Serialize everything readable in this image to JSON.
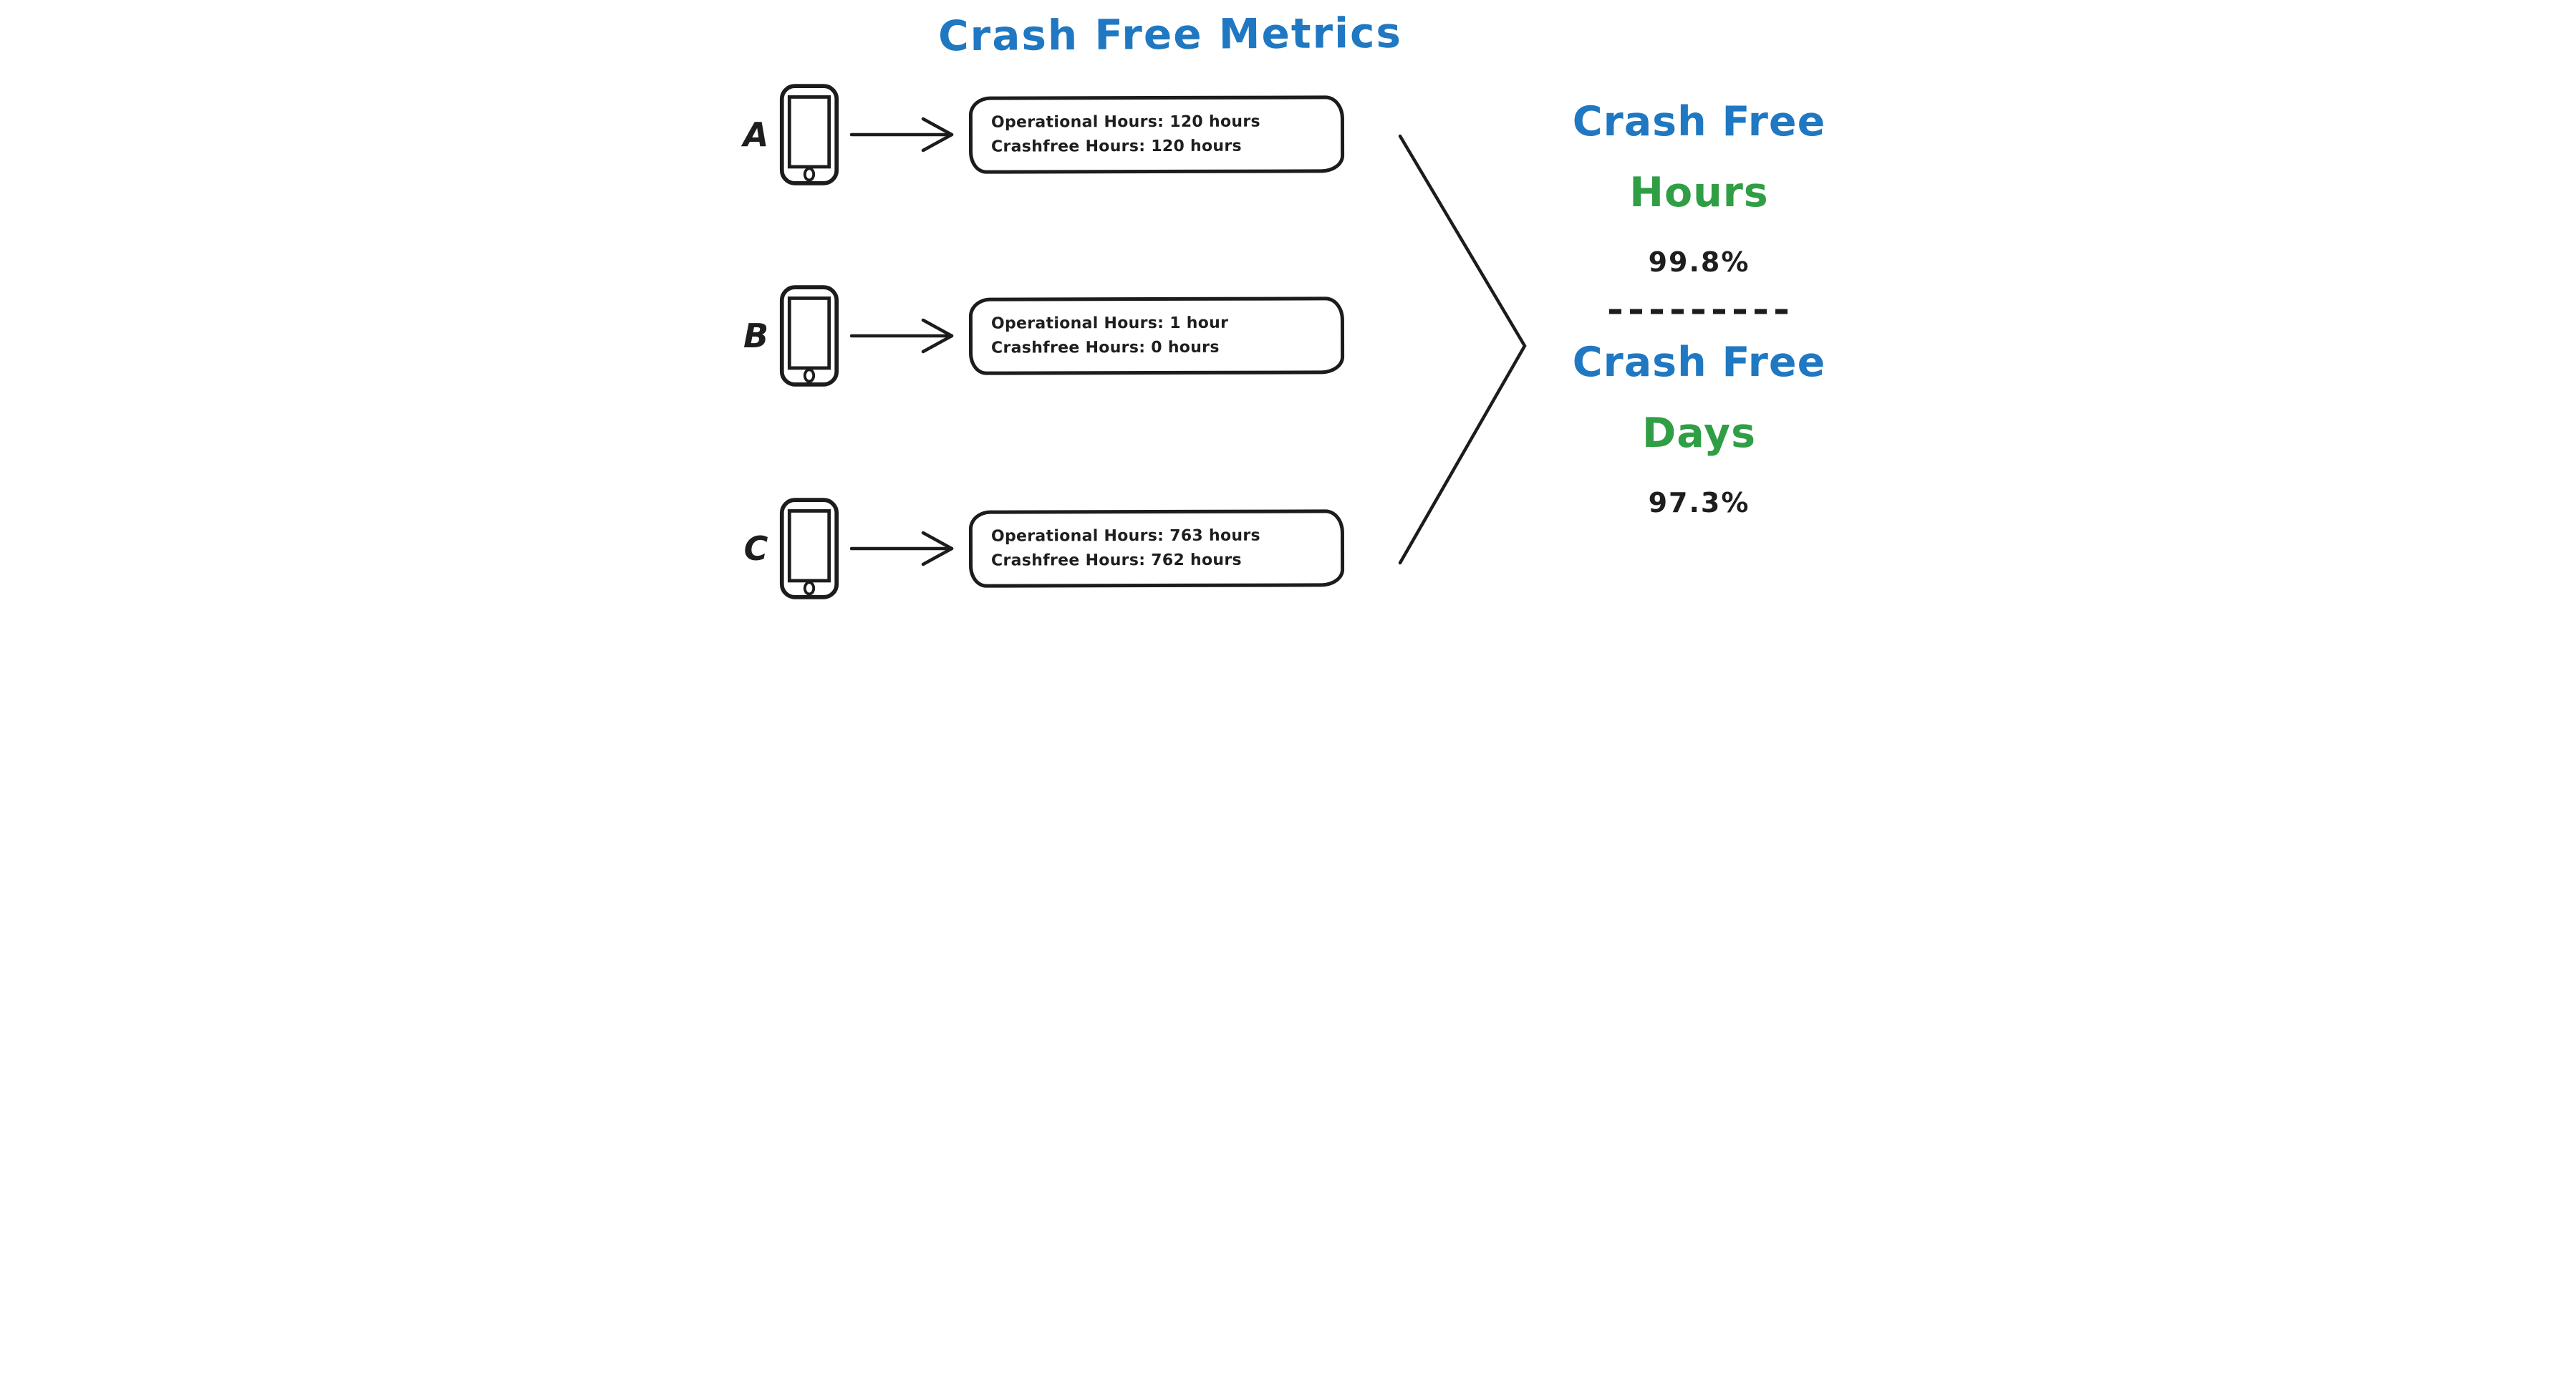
{
  "title": {
    "text": "Crash Free Metrics"
  },
  "colors": {
    "accent_blue": "#1f78c1",
    "accent_green": "#2f9e44",
    "ink": "#1e1e1e",
    "background": "#ffffff"
  },
  "icons": {
    "phone": "smartphone-outline-icon",
    "arrow": "right-arrow-icon",
    "chevron": "converge-chevron-icon",
    "divider": "dashed-line"
  },
  "devices": [
    {
      "label": "A",
      "line1": "Operational Hours: 120 hours",
      "line2": "Crashfree Hours: 120 hours"
    },
    {
      "label": "B",
      "line1": "Operational Hours: 1 hour",
      "line2": "Crashfree Hours: 0 hours"
    },
    {
      "label": "C",
      "line1": "Operational Hours: 763 hours",
      "line2": "Crashfree Hours: 762 hours"
    }
  ],
  "results": {
    "hours": {
      "label_top": "Crash Free",
      "label_bottom": "Hours",
      "value": "99.8%"
    },
    "days": {
      "label_top": "Crash Free",
      "label_bottom": "Days",
      "value": "97.3%"
    }
  }
}
